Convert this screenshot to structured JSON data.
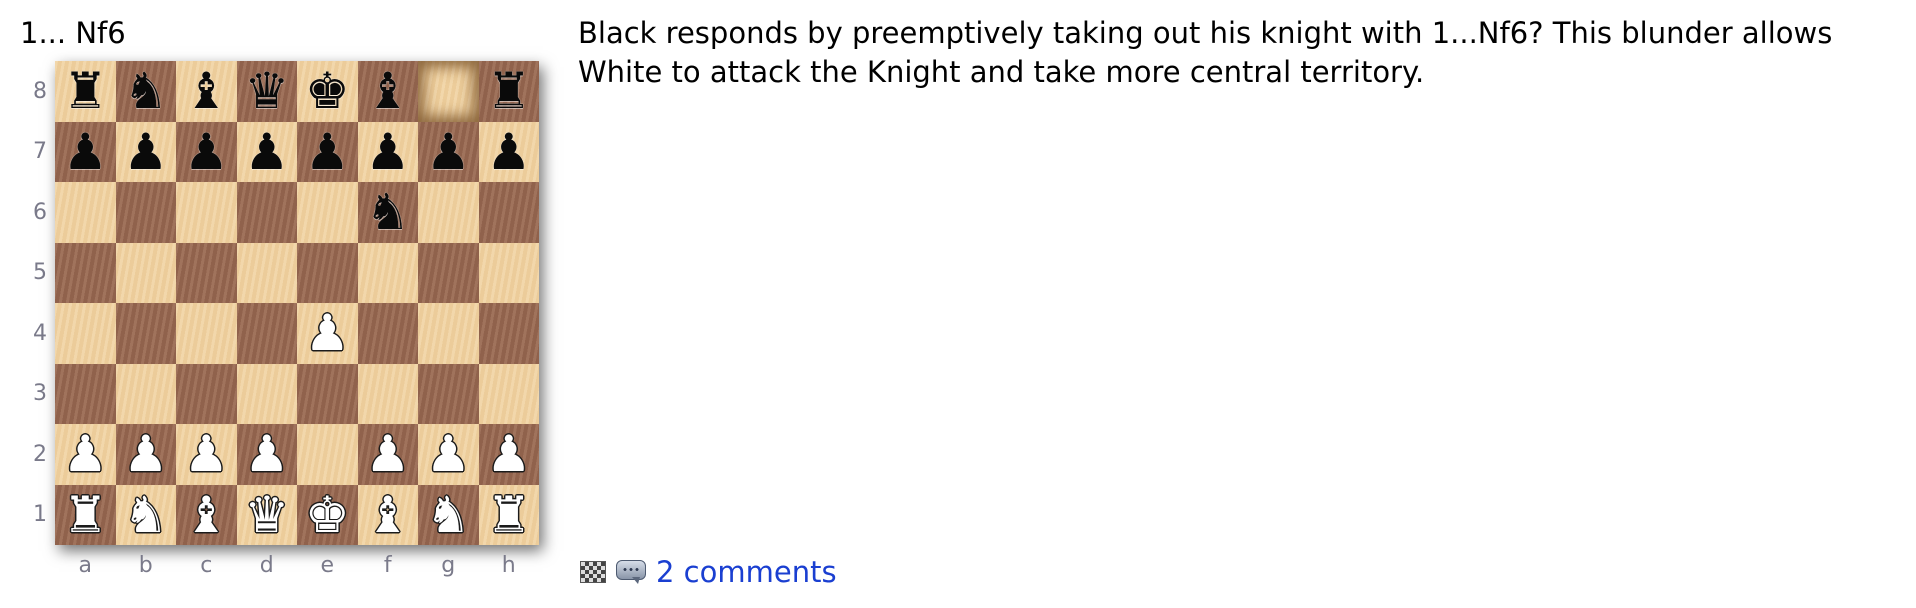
{
  "move_heading": "1... Nf6",
  "commentary": "Black responds by preemptively taking out his knight with 1...Nf6? This blunder allows White to attack the Knight and take more central territory.",
  "board": {
    "ranks": [
      "8",
      "7",
      "6",
      "5",
      "4",
      "3",
      "2",
      "1"
    ],
    "files": [
      "a",
      "b",
      "c",
      "d",
      "e",
      "f",
      "g",
      "h"
    ],
    "highlight_square": "g8",
    "position": [
      [
        "bR",
        "bN",
        "bB",
        "bQ",
        "bK",
        "bB",
        "",
        "bR"
      ],
      [
        "bP",
        "bP",
        "bP",
        "bP",
        "bP",
        "bP",
        "bP",
        "bP"
      ],
      [
        "",
        "",
        "",
        "",
        "",
        "bN",
        "",
        ""
      ],
      [
        "",
        "",
        "",
        "",
        "",
        "",
        "",
        ""
      ],
      [
        "",
        "",
        "",
        "",
        "wP",
        "",
        "",
        ""
      ],
      [
        "",
        "",
        "",
        "",
        "",
        "",
        "",
        ""
      ],
      [
        "wP",
        "wP",
        "wP",
        "wP",
        "",
        "wP",
        "wP",
        "wP"
      ],
      [
        "wR",
        "wN",
        "wB",
        "wQ",
        "wK",
        "wB",
        "wN",
        "wR"
      ]
    ]
  },
  "footer": {
    "board_icon": "chessboard-icon",
    "comment_icon": "speech-bubble-icon",
    "comments_label": "2 comments",
    "link_color": "#1a3fd1"
  }
}
